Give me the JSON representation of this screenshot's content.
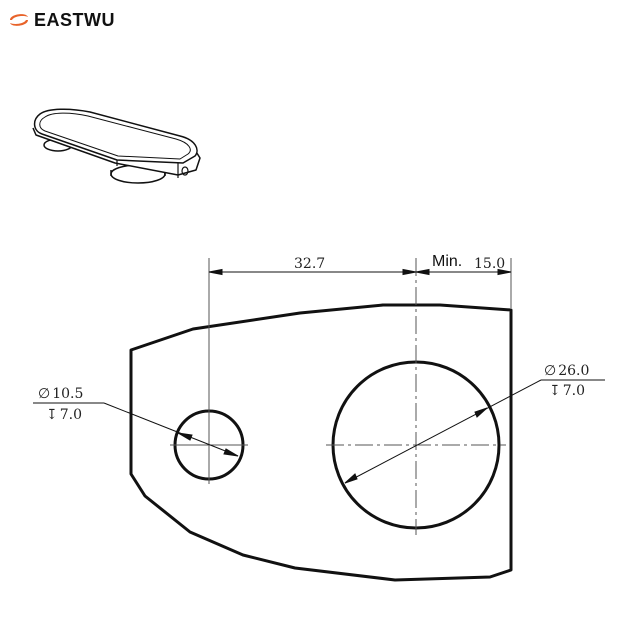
{
  "brand": {
    "name": "EASTWU",
    "logo_color": "#e8632a"
  },
  "drawing": {
    "dimensions": {
      "horizontal_center_distance": "32.7",
      "min_edge_label": "Min.",
      "min_edge_value": "15.0",
      "small_hole_diameter": "10.5",
      "small_hole_depth": "7.0",
      "large_hole_diameter": "26.0",
      "large_hole_depth": "7.0"
    },
    "symbols": {
      "diameter": "∅",
      "depth": "↧"
    }
  }
}
